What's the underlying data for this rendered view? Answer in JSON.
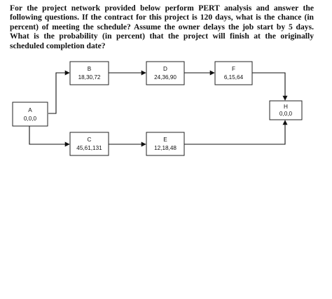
{
  "question": {
    "text": "For the project network provided below perform PERT analysis and answer the following questions. If the contract for this project is 120 days, what is the chance (in percent) of meeting the schedule? Assume the owner delays the job start by 5 days. What is the probability (in percent) that the project will finish at the originally scheduled completion date?"
  },
  "network": {
    "nodes": [
      {
        "id": "A",
        "label": "A",
        "values": "0,0,0"
      },
      {
        "id": "B",
        "label": "B",
        "values": "18,30,72"
      },
      {
        "id": "C",
        "label": "C",
        "values": "45,61,131"
      },
      {
        "id": "D",
        "label": "D",
        "values": "24,36,90"
      },
      {
        "id": "E",
        "label": "E",
        "values": "12,18,48"
      },
      {
        "id": "F",
        "label": "F",
        "values": "6,15,64"
      },
      {
        "id": "H",
        "label": "H",
        "values": "0,0,0"
      }
    ],
    "edges": [
      {
        "from": "A",
        "to": "B"
      },
      {
        "from": "A",
        "to": "C"
      },
      {
        "from": "B",
        "to": "D"
      },
      {
        "from": "D",
        "to": "F"
      },
      {
        "from": "F",
        "to": "H"
      },
      {
        "from": "C",
        "to": "E"
      },
      {
        "from": "E",
        "to": "H"
      }
    ]
  }
}
